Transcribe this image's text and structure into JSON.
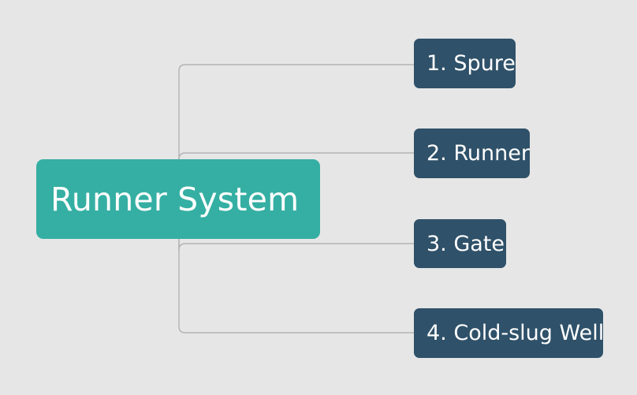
{
  "diagram": {
    "type": "mind-map",
    "orientation": "left-to-right",
    "background_color": "#e6e6e6",
    "connector_color": "#b3b3b3",
    "root": {
      "label": "Runner System",
      "fill_color": "#35afa3",
      "text_color": "#ffffff"
    },
    "children": [
      {
        "label": "1. Spure",
        "fill_color": "#2f5169",
        "text_color": "#ffffff"
      },
      {
        "label": "2. Runner",
        "fill_color": "#2f5169",
        "text_color": "#ffffff"
      },
      {
        "label": "3. Gate",
        "fill_color": "#2f5169",
        "text_color": "#ffffff"
      },
      {
        "label": "4. Cold-slug Well",
        "fill_color": "#2f5169",
        "text_color": "#ffffff"
      }
    ]
  }
}
